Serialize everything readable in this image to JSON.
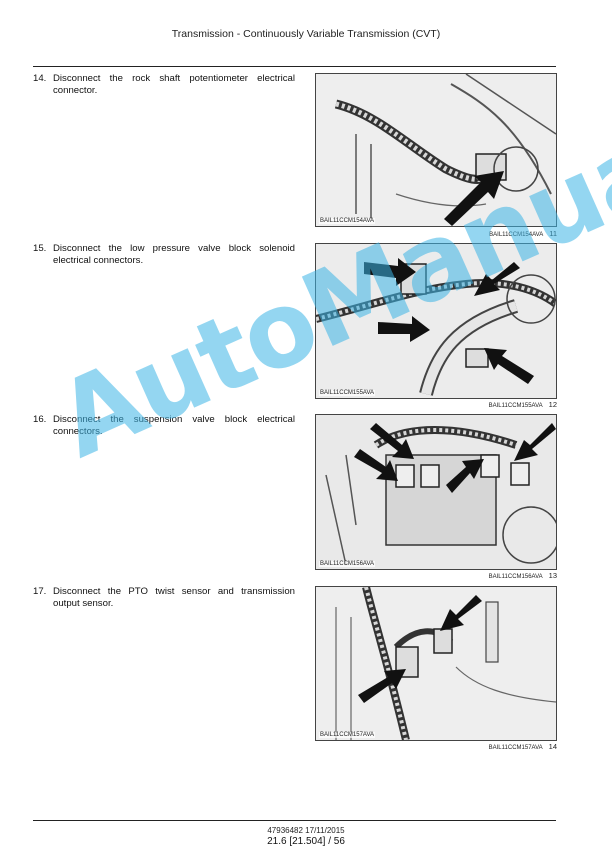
{
  "header": {
    "title": "Transmission - Continuously Variable Transmission (CVT)"
  },
  "steps": [
    {
      "number": "14.",
      "text": "Disconnect the rock shaft potentiometer electrical connector.",
      "figure_id": "BAIL11CCM154AVA",
      "caption_id": "BAIL11CCM154AVA",
      "figure_number": "11"
    },
    {
      "number": "15.",
      "text": "Disconnect the low pressure valve block solenoid electrical connectors.",
      "figure_id": "BAIL11CCM155AVA",
      "caption_id": "BAIL11CCM155AVA",
      "figure_number": "12"
    },
    {
      "number": "16.",
      "text": "Disconnect the suspension valve block electrical connectors.",
      "figure_id": "BAIL11CCM156AVA",
      "caption_id": "BAIL11CCM156AVA",
      "figure_number": "13"
    },
    {
      "number": "17.",
      "text": "Disconnect the PTO twist sensor and transmission output sensor.",
      "figure_id": "BAIL11CCM157AVA",
      "caption_id": "BAIL11CCM157AVA",
      "figure_number": "14"
    }
  ],
  "watermark": {
    "text": "AutoManual",
    "color": "#3cb4e6"
  },
  "footer": {
    "doc_info": "47936482 17/11/2015",
    "page_ref": "21.6 [21.504] / 56"
  }
}
